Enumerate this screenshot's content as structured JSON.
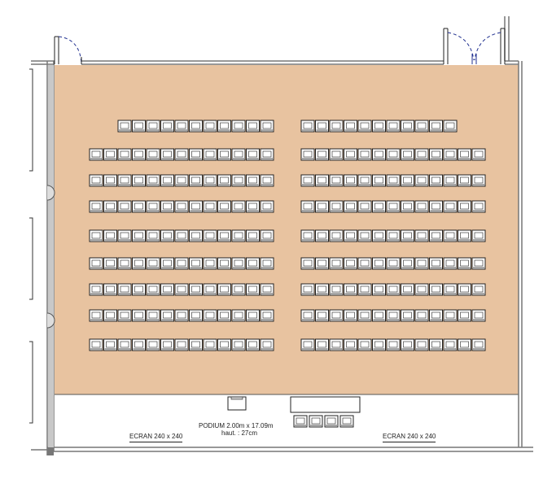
{
  "labels": {
    "podium_line1": "PODIUM 2.00m x 17.09m",
    "podium_line2": "haut. : 27cm",
    "screen_left": "ECRAN 240 x 240",
    "screen_right": "ECRAN 240 x 240"
  },
  "seating": {
    "left_block_rows": [
      11,
      13,
      13,
      13,
      13,
      13,
      13,
      13,
      13
    ],
    "right_block_rows": [
      11,
      13,
      13,
      13,
      13,
      13,
      13,
      13,
      13
    ],
    "stage_chairs": 4
  },
  "colors": {
    "floor": "#e8c3a0",
    "wall": "#777777",
    "door_swing": "#1f2f8f",
    "line": "#222222"
  }
}
